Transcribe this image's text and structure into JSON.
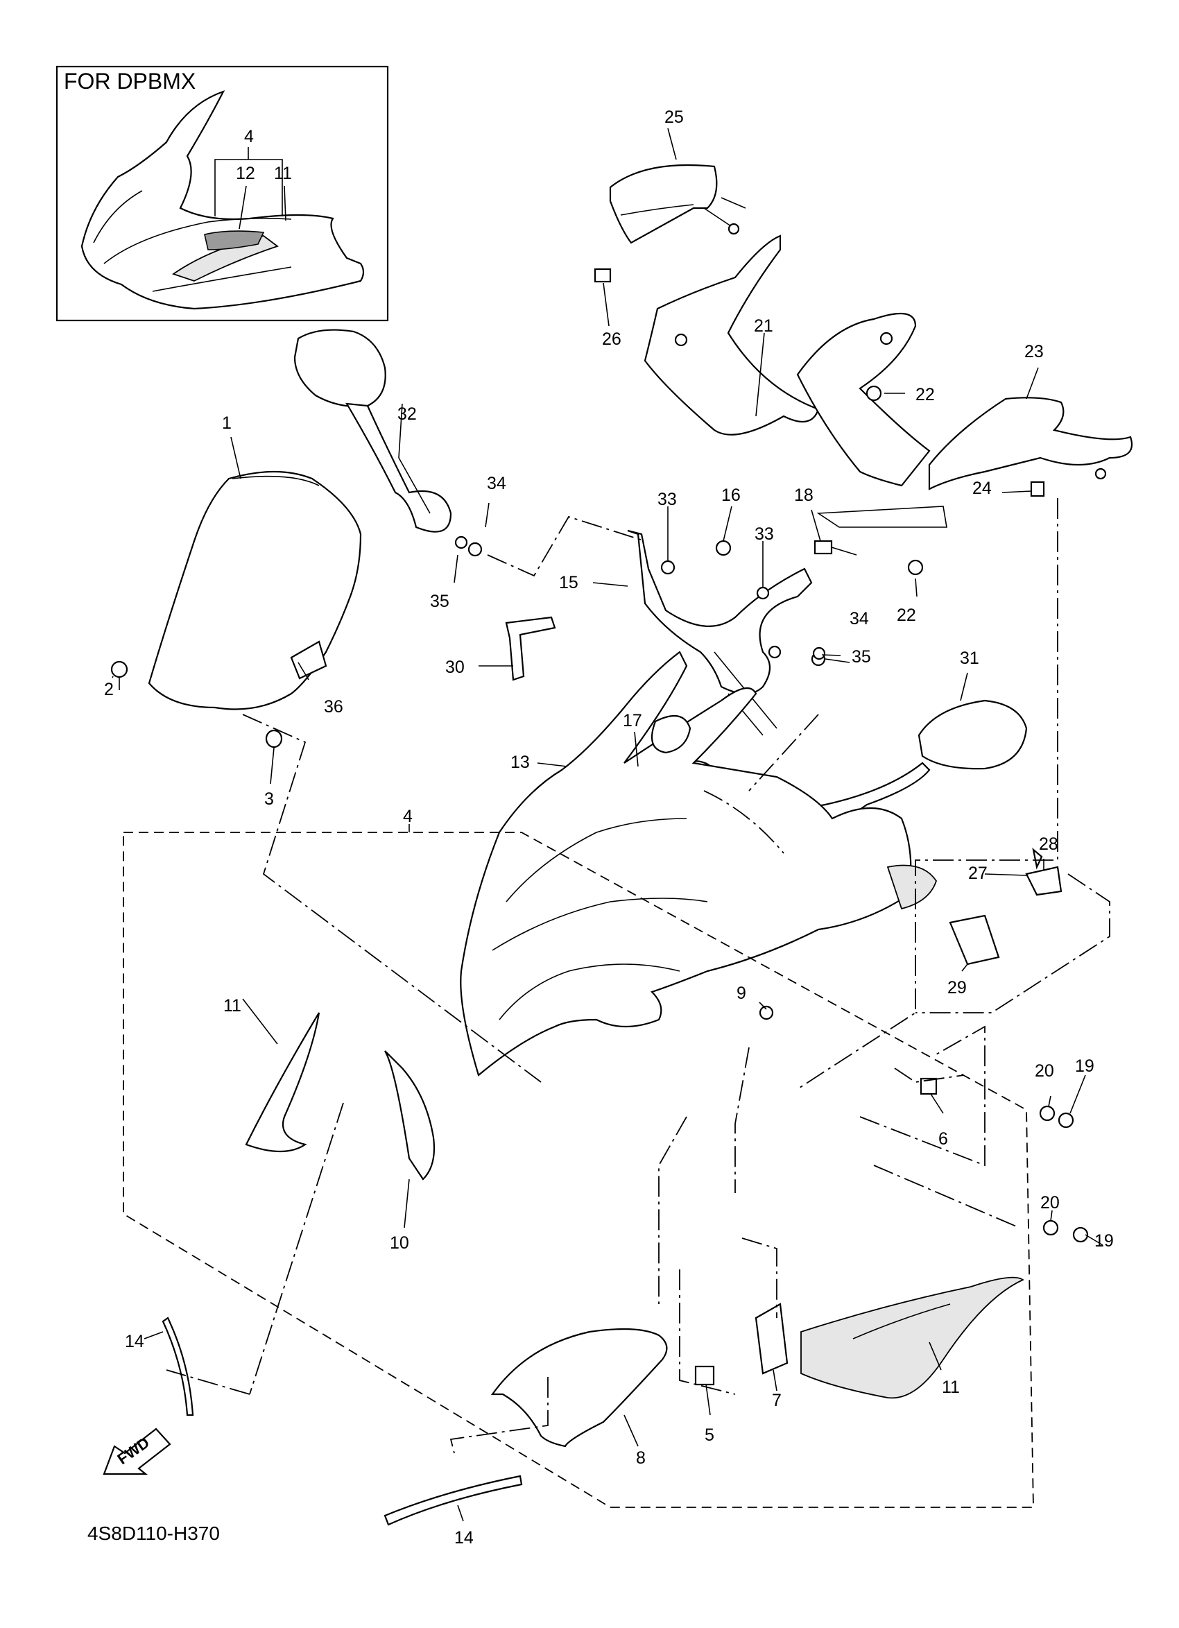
{
  "inset": {
    "title": "FOR DPBMX",
    "labels": {
      "p4": "4",
      "p12": "12",
      "p11": "11"
    }
  },
  "labels": {
    "p1": "1",
    "p2": "2",
    "p3": "3",
    "p4": "4",
    "p5": "5",
    "p6": "6",
    "p7": "7",
    "p8": "8",
    "p9": "9",
    "p10": "10",
    "p11a": "11",
    "p11b": "11",
    "p13": "13",
    "p14a": "14",
    "p14b": "14",
    "p15": "15",
    "p16": "16",
    "p17": "17",
    "p18": "18",
    "p19a": "19",
    "p19b": "19",
    "p20a": "20",
    "p20b": "20",
    "p21": "21",
    "p22a": "22",
    "p22b": "22",
    "p23": "23",
    "p24": "24",
    "p25": "25",
    "p26": "26",
    "p27": "27",
    "p28": "28",
    "p29": "29",
    "p30": "30",
    "p31": "31",
    "p32": "32",
    "p33a": "33",
    "p33b": "33",
    "p34a": "34",
    "p34b": "34",
    "p35a": "35",
    "p35b": "35",
    "p36": "36"
  },
  "fwd_badge": "FWD",
  "diagram_code": "4S8D110-H370"
}
